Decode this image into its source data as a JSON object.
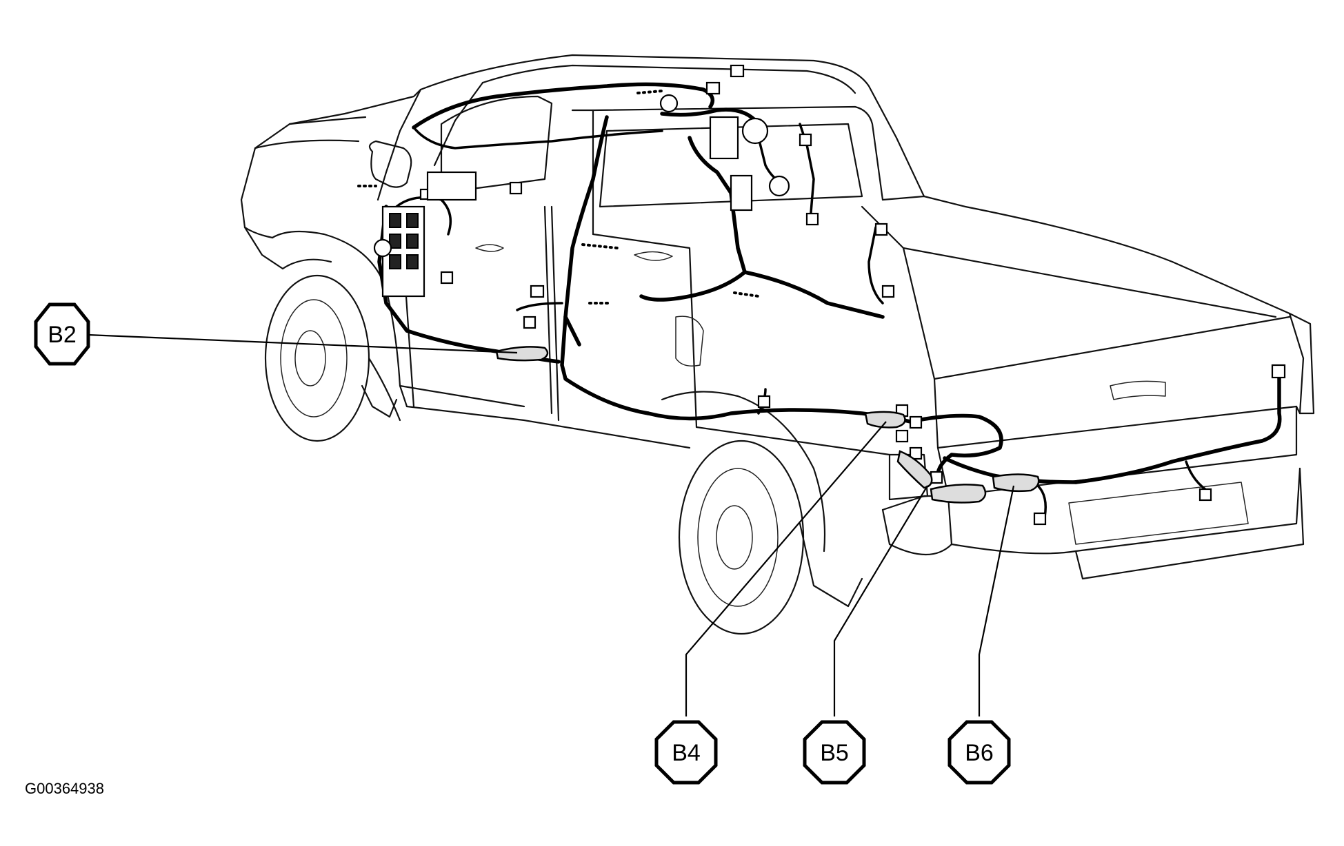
{
  "figure_id": "G00364938",
  "callouts": [
    {
      "id": "b2",
      "label": "B2"
    },
    {
      "id": "b4",
      "label": "B4"
    },
    {
      "id": "b5",
      "label": "B5"
    },
    {
      "id": "b6",
      "label": "B6"
    }
  ]
}
